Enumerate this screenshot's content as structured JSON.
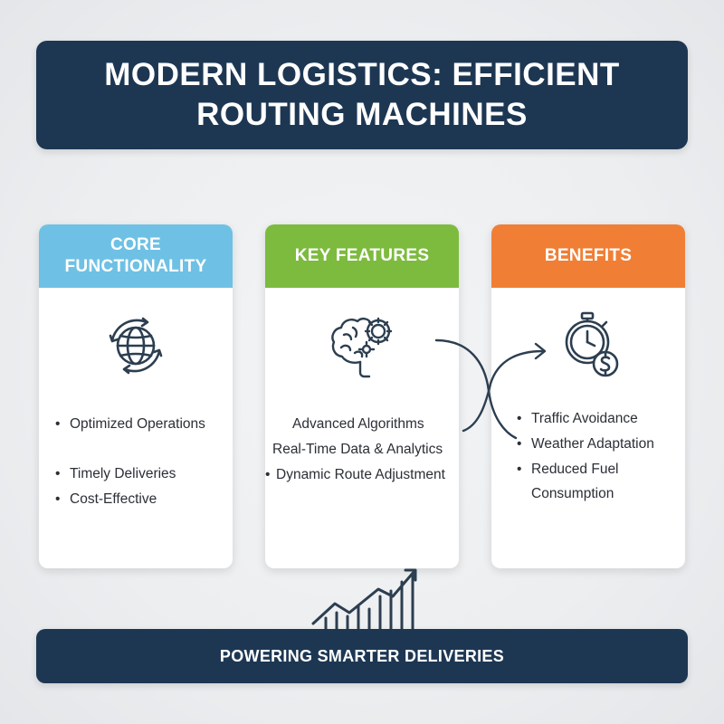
{
  "title": "MODERN LOGISTICS: EFFICIENT\nROUTING MACHINES",
  "footer": "POWERING SMARTER DELIVERIES",
  "colors": {
    "navy": "#1d3753",
    "blue": "#6ec1e4",
    "green": "#7dbb3f",
    "orange": "#f07f35",
    "icon": "#2c3e50"
  },
  "cards": [
    {
      "header": "CORE\nFUNCTIONALITY",
      "icon": "globe-cycle-icon",
      "items": [
        "Optimized Operations",
        "Timely Deliveries",
        "Cost-Effective"
      ]
    },
    {
      "header": "KEY FEATURES",
      "icon": "brain-gear-icon",
      "items": [
        "Advanced Algorithms",
        "Real-Time Data & Analytics",
        "Dynamic Route Adjustment"
      ]
    },
    {
      "header": "BENEFITS",
      "icon": "stopwatch-dollar-icon",
      "items": [
        "Traffic Avoidance",
        "Weather Adaptation",
        "Reduced Fuel",
        "Consumption"
      ]
    }
  ],
  "decor": {
    "connector": "curved-arrow-icon",
    "growth": "growth-chart-icon"
  }
}
